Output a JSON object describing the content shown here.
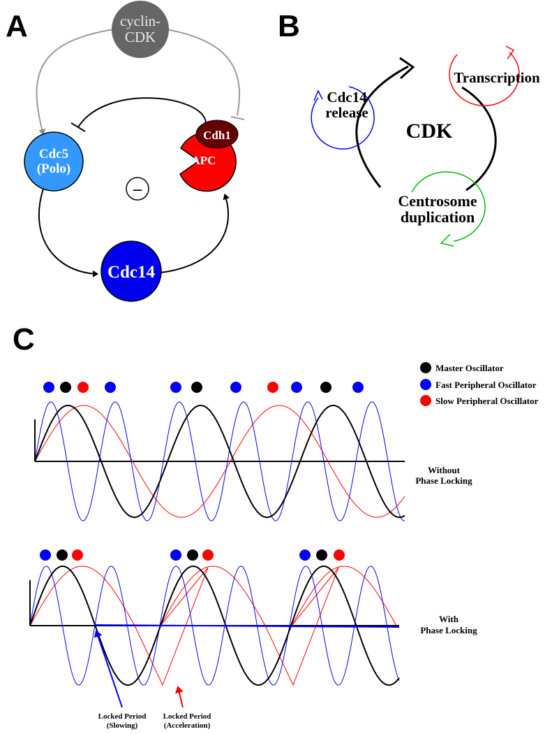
{
  "panelA": {
    "letter": "A",
    "cyclin_line1": "cyclin-",
    "cyclin_line2": "CDK",
    "cdc5_line1": "Cdc5",
    "cdc5_line2": "(Polo)",
    "cdh1": "Cdh1",
    "apc": "APC",
    "cdc14": "Cdc14",
    "negative_sign": "–",
    "colors": {
      "cyclin": "#666666",
      "cdc5": "#3399ff",
      "cdc14": "#0000ee",
      "apc": "#ff0000",
      "cdh1": "#660000"
    }
  },
  "panelB": {
    "letter": "B",
    "center_label": "CDK",
    "cdc14_line1": "Cdc14",
    "cdc14_line2": "release",
    "transcription": "Transcription",
    "centrosome_line1": "Centrosome",
    "centrosome_line2": "duplication",
    "colors": {
      "cdc14": "#0000ff",
      "transcription": "#ff0000",
      "centrosome": "#00bb00"
    }
  },
  "panelC": {
    "letter": "C",
    "legend": [
      {
        "label": "Master Oscillator",
        "color": "#000000"
      },
      {
        "label": "Fast Peripheral Oscillator",
        "color": "#0000ff"
      },
      {
        "label": "Slow Peripheral Oscillator",
        "color": "#ff0000"
      }
    ],
    "top_label_line1": "Without",
    "top_label_line2": "Phase Locking",
    "bottom_label_line1": "With",
    "bottom_label_line2": "Phase Locking",
    "locked_slowing_line1": "Locked Period",
    "locked_slowing_line2": "(Slowing)",
    "locked_accel_line1": "Locked Period",
    "locked_accel_line2": "(Acceleration)"
  }
}
